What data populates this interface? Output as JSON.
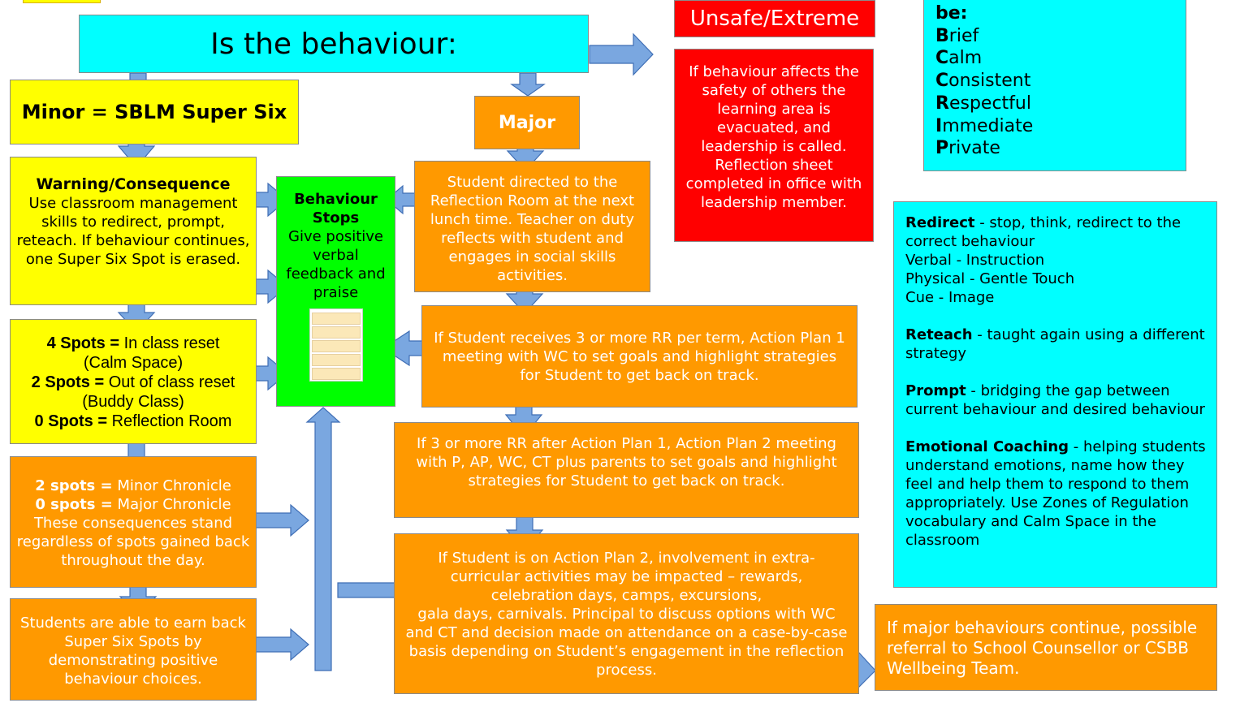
{
  "header": {
    "title": "Is the behaviour:"
  },
  "minor": {
    "title": "Minor = SBLM Super Six"
  },
  "major": {
    "title": "Major"
  },
  "unsafe": {
    "title": "Unsafe/Extreme",
    "text": "If behaviour affects the safety of others the learning area is evacuated, and leadership is called. Reflection sheet completed in office with leadership member."
  },
  "be_box": {
    "heading": "be:",
    "items": [
      {
        "initial": "B",
        "rest": "rief"
      },
      {
        "initial": "C",
        "rest": "alm"
      },
      {
        "initial": "C",
        "rest": "onsistent"
      },
      {
        "initial": "R",
        "rest": "espectful"
      },
      {
        "initial": "I",
        "rest": "mmediate"
      },
      {
        "initial": "P",
        "rest": "rivate"
      }
    ]
  },
  "warning": {
    "title": "Warning/Consequence",
    "text": "Use classroom management skills to redirect, prompt, reteach. If behaviour continues, one Super Six Spot is erased."
  },
  "spots": [
    {
      "label": "4 Spots =",
      "text": " In class reset",
      "sub": "(Calm Space)"
    },
    {
      "label": "2 Spots =",
      "text": " Out of class reset",
      "sub": "(Buddy Class)"
    },
    {
      "label": "0 Spots =",
      "text": " Reflection Room",
      "sub": ""
    }
  ],
  "chronicle": {
    "lines": [
      {
        "label": "2 spots =",
        "text": " Minor Chronicle"
      },
      {
        "label": "0 spots =",
        "text": " Major Chronicle"
      }
    ],
    "text": "These consequences stand regardless of spots gained back throughout the day."
  },
  "earn_back": {
    "text": "Students are able to earn back Super Six Spots by demonstrating positive behaviour choices."
  },
  "stops": {
    "title": "Behaviour Stops",
    "text": "Give positive verbal feedback and praise"
  },
  "major_steps": {
    "reflection": "Student directed to the Reflection Room at the next lunch time. Teacher on duty reflects with student and engages in social skills activities.",
    "plan1": "If Student receives 3 or more RR per term, Action Plan 1 meeting with WC to set goals and highlight strategies for Student to get back on track.",
    "plan2": "If 3 or more RR after Action Plan 1, Action Plan 2 meeting with P, AP, WC, CT plus parents to set goals and highlight strategies for Student to get back on track.",
    "extracurricular_a": "If Student is on Action Plan 2, involvement in extra-curricular activities may be impacted – rewards, celebration days, camps, excursions,",
    "extracurricular_b": "gala days, carnivals. Principal to discuss options with WC and CT and decision made on attendance on a case-by-case basis depending on Student’s engagement in the reflection process."
  },
  "referral": {
    "text": "If major behaviours continue, possible referral to School Counsellor or CSBB Wellbeing Team."
  },
  "strategies": [
    {
      "term": "Redirect",
      "text": " - stop, think, redirect to the correct behaviour"
    },
    {
      "term": "",
      "text": "Verbal - Instruction"
    },
    {
      "term": "",
      "text": "Physical - Gentle Touch"
    },
    {
      "term": "",
      "text": "Cue - Image"
    },
    {
      "term": "Reteach",
      "text": " - taught again using a different strategy"
    },
    {
      "term": "Prompt",
      "text": " - bridging the gap between current behaviour and desired behaviour"
    },
    {
      "term": "Emotional Coaching",
      "text": " - helping students understand emotions, name how they feel and help them to respond to them appropriately. Use Zones of Regulation vocabulary and Calm Space in the classroom"
    }
  ],
  "colors": {
    "yellow": "#ffff00",
    "orange": "#ff9900",
    "cyan": "#00ffff",
    "red": "#ff0000",
    "green": "#00ff00",
    "arrow": "#7aa7e0"
  }
}
